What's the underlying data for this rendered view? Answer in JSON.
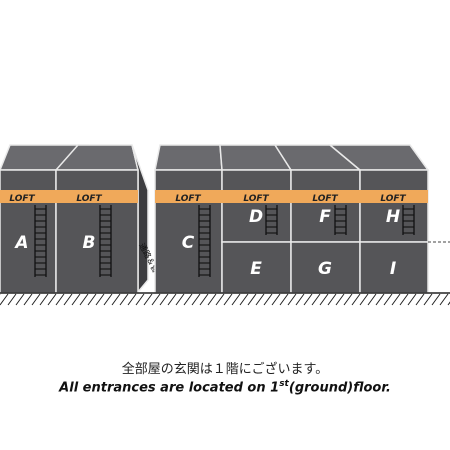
{
  "loft_label": "LOFT",
  "units": {
    "A": "A",
    "B": "B",
    "C": "C",
    "D": "D",
    "E": "E",
    "F": "F",
    "G": "G",
    "H": "H",
    "I": "I"
  },
  "passage_label": "通路＆管理所",
  "caption": {
    "jp": "全部屋の玄関は１階にございます。",
    "en_before": "All entrances are located on 1",
    "en_sup": "st",
    "en_after": "(ground)floor."
  },
  "colors": {
    "body": "#555558",
    "top": "#6a6a6e",
    "side": "#3d3d40",
    "loft_band": "#f0a95a",
    "outline": "#e9e9e9",
    "label": "#ffffff",
    "ground": "#222222"
  }
}
